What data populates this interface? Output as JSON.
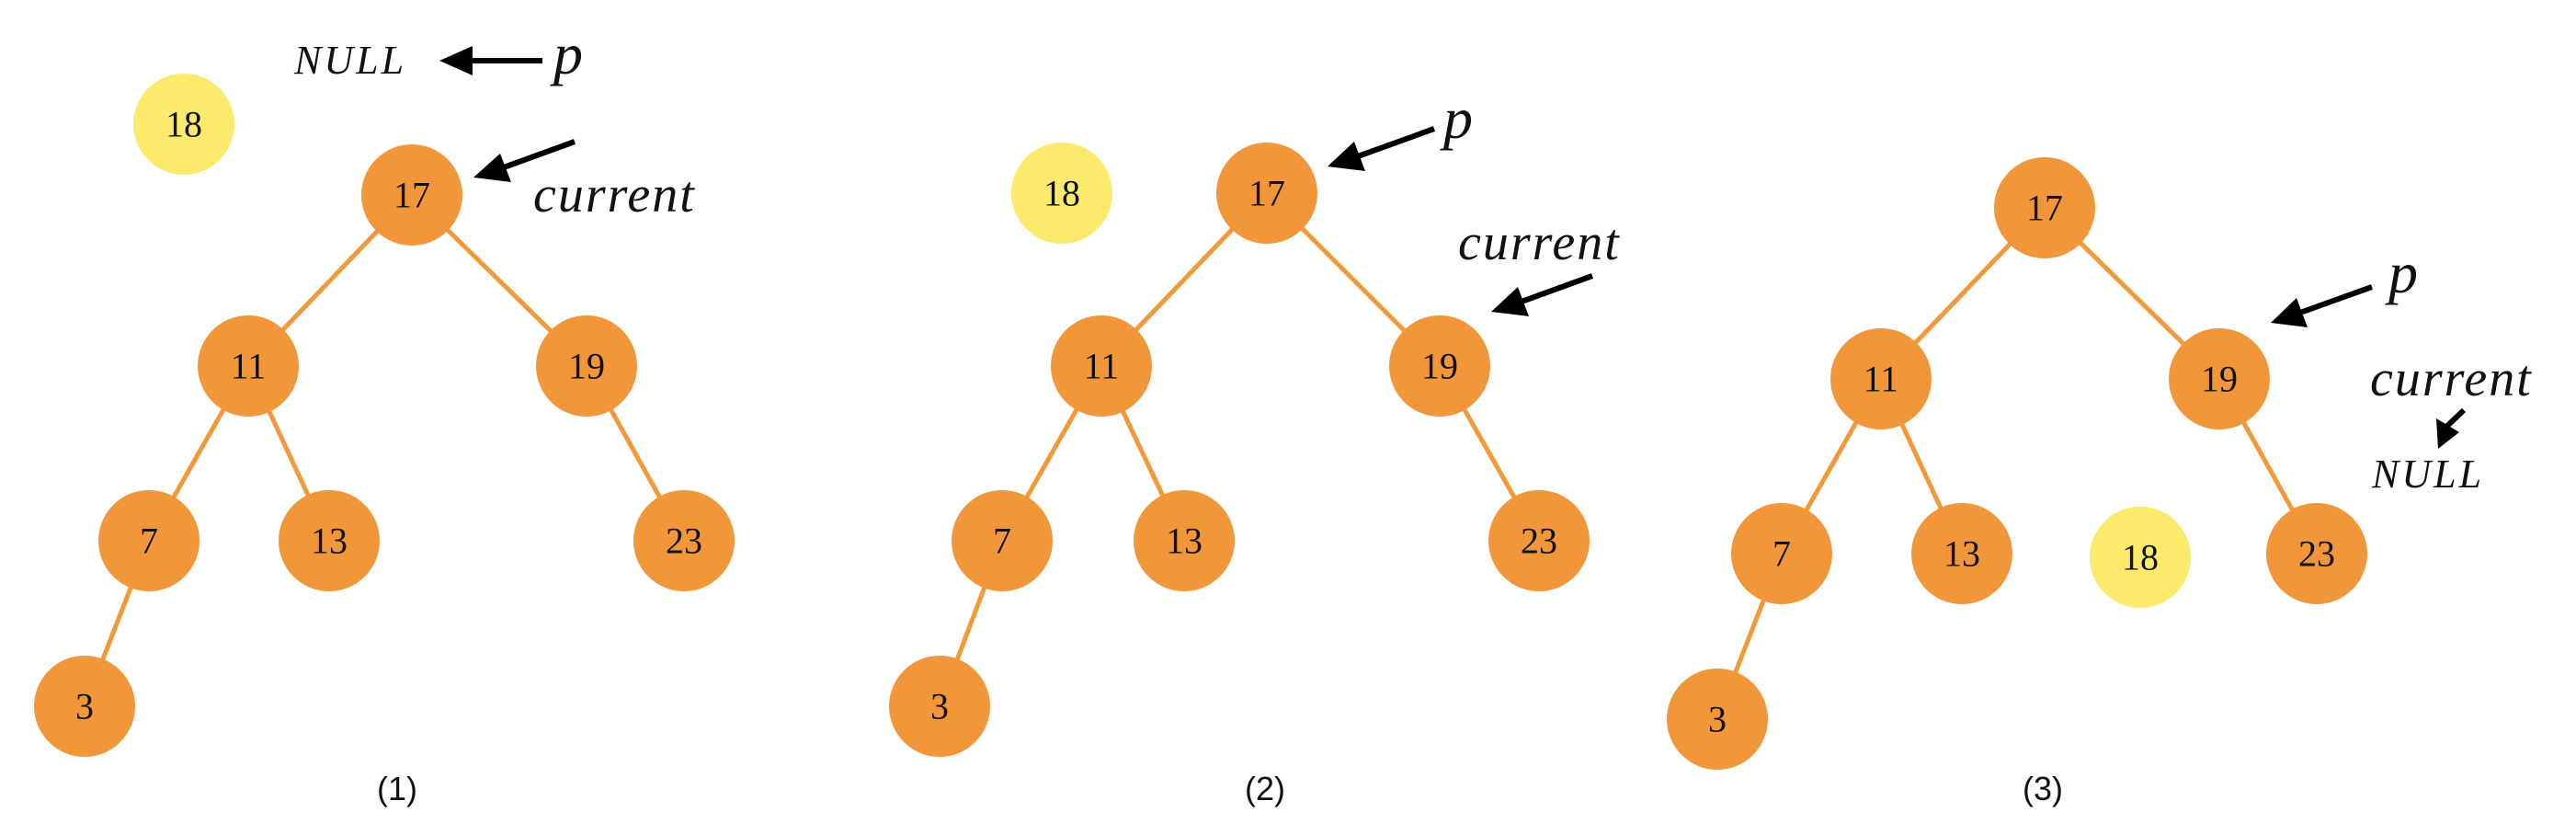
{
  "colors": {
    "node": "#f2963a",
    "new_node": "#fbea6b",
    "edge": "#f2993a",
    "text": "#111111",
    "arrow": "#000000"
  },
  "panels": [
    {
      "caption": "(1)",
      "new_node": "18",
      "nodes": [
        "17",
        "11",
        "19",
        "7",
        "13",
        "23",
        "3"
      ],
      "annotations": {
        "p": "p",
        "current": "current",
        "null": "NULL"
      }
    },
    {
      "caption": "(2)",
      "new_node": "18",
      "nodes": [
        "17",
        "11",
        "19",
        "7",
        "13",
        "23",
        "3"
      ],
      "annotations": {
        "p": "p",
        "current": "current"
      }
    },
    {
      "caption": "(3)",
      "new_node": "18",
      "nodes": [
        "17",
        "11",
        "19",
        "7",
        "13",
        "23",
        "3"
      ],
      "annotations": {
        "p": "p",
        "current": "current",
        "null": "NULL"
      }
    }
  ]
}
